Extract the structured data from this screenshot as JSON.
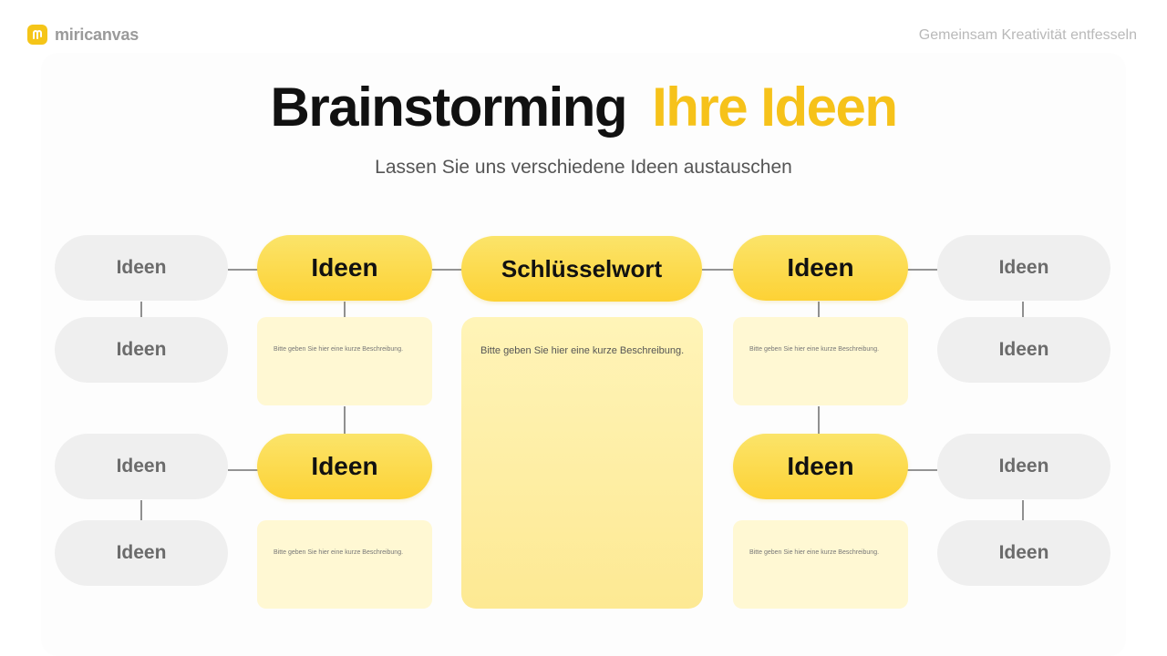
{
  "header": {
    "logo_text": "miricanvas",
    "tagline": "Gemeinsam Kreativität entfesseln"
  },
  "title": {
    "part1": "Brainstorming",
    "part2": "Ihre Ideen"
  },
  "subtitle": "Lassen Sie uns verschiedene Ideen austauschen",
  "colors": {
    "accent_yellow": "#f6c21a",
    "pill_gray": "#efefef",
    "note_yellow": "#fff8d3"
  },
  "center": {
    "keyword": "Schlüsselwort",
    "description": "Bitte geben Sie hier eine kurze Beschreibung."
  },
  "left": {
    "outer": [
      "Ideen",
      "Ideen",
      "Ideen",
      "Ideen"
    ],
    "inner_top": {
      "label": "Ideen",
      "description": "Bitte geben Sie hier eine kurze Beschreibung."
    },
    "inner_bottom": {
      "label": "Ideen",
      "description": "Bitte geben Sie hier eine kurze Beschreibung."
    }
  },
  "right": {
    "outer": [
      "Ideen",
      "Ideen",
      "Ideen",
      "Ideen"
    ],
    "inner_top": {
      "label": "Ideen",
      "description": "Bitte geben Sie hier eine kurze Beschreibung."
    },
    "inner_bottom": {
      "label": "Ideen",
      "description": "Bitte geben Sie hier eine kurze Beschreibung."
    }
  }
}
